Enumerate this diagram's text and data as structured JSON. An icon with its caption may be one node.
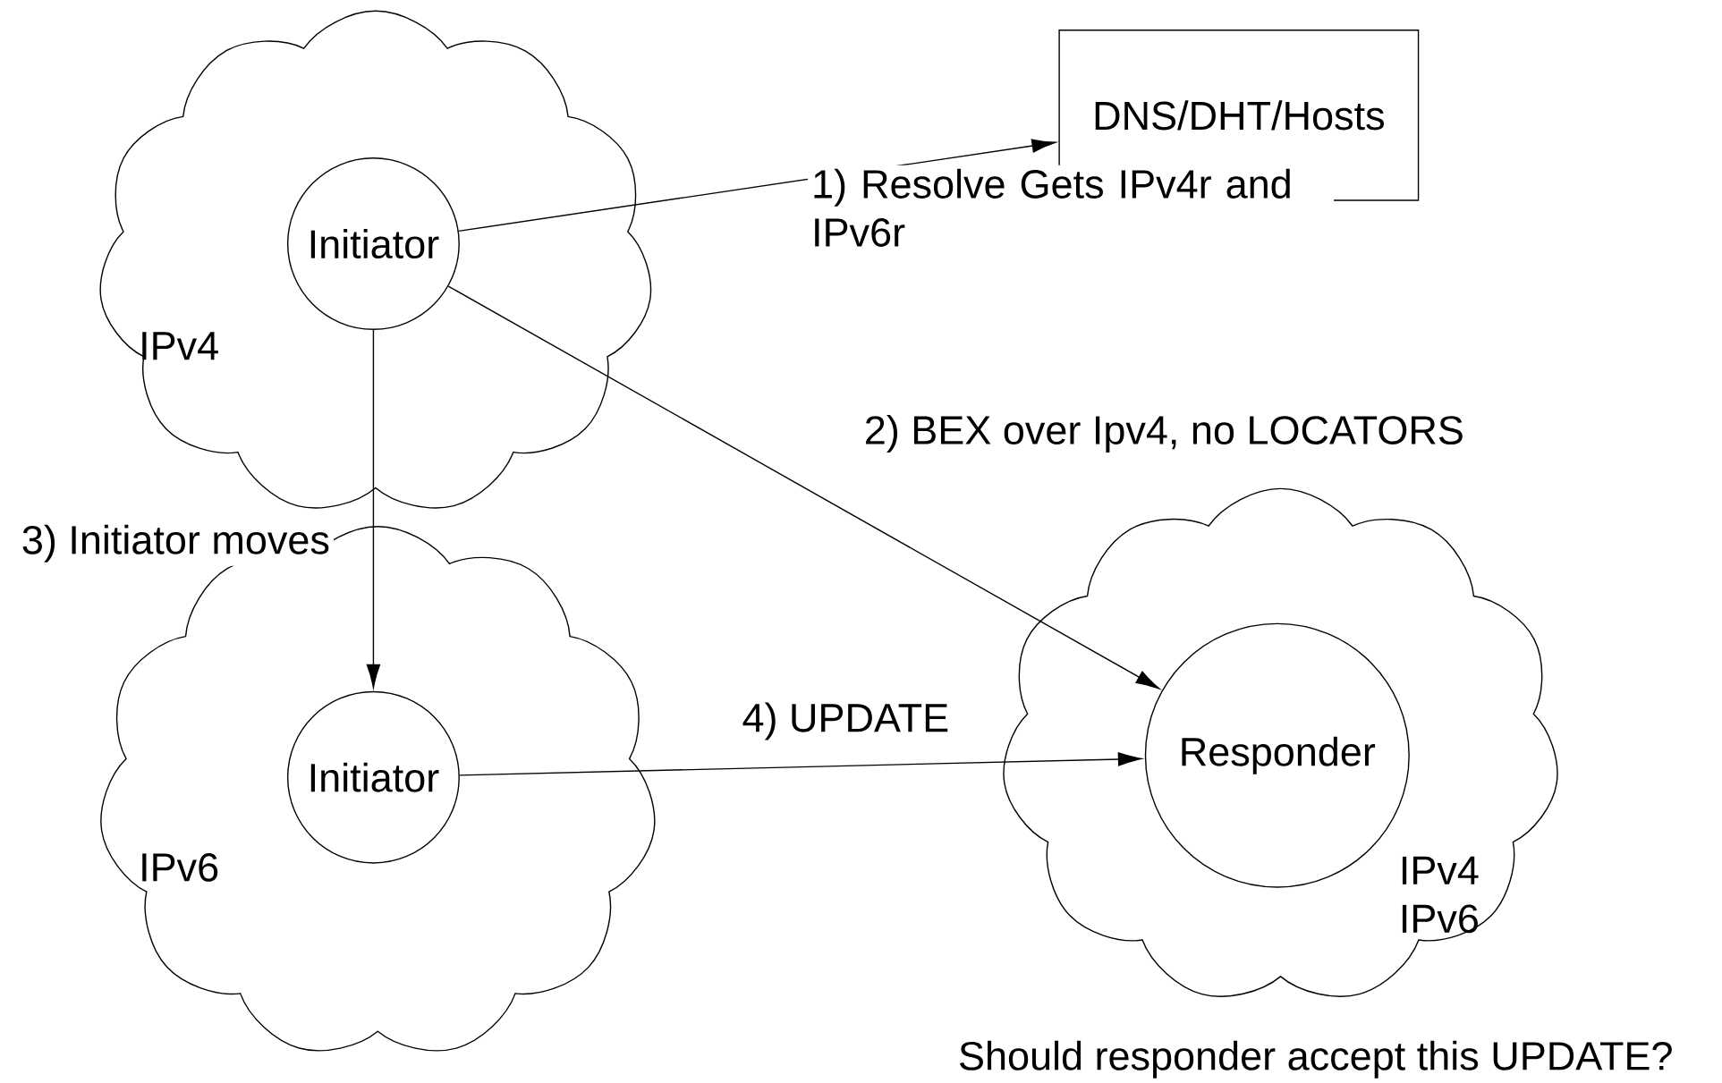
{
  "diagram": {
    "nodes": [
      {
        "text": [
          "IPv4"
        ]
      },
      {
        "text": [
          "Initiator"
        ],
        "in": 0
      },
      {
        "text": [
          "DNS/DHT/Hosts"
        ]
      },
      {
        "text": [
          "IPv6"
        ]
      },
      {
        "text": [
          "Initiator"
        ],
        "in": 3
      },
      {
        "text": [
          "IPv4 IPv6"
        ]
      },
      {
        "text": [
          "Responder"
        ],
        "in": 5
      }
    ],
    "edges": [
      {
        "from": 1,
        "to": 2,
        "arrow": "to",
        "label": "1) Resolve Gets IPv4r and IPv6r"
      },
      {
        "from": 1,
        "to": 6,
        "arrow": "to",
        "label": "2) BEX over Ipv4, no LOCATORS"
      },
      {
        "from": 1,
        "to": 4,
        "arrow": "to",
        "label": "3) Initiator moves"
      },
      {
        "from": 4,
        "to": 6,
        "arrow": "to",
        "label": "4) UPDATE"
      }
    ],
    "labels": [
      "Should responder accept this UPDATE?"
    ]
  }
}
